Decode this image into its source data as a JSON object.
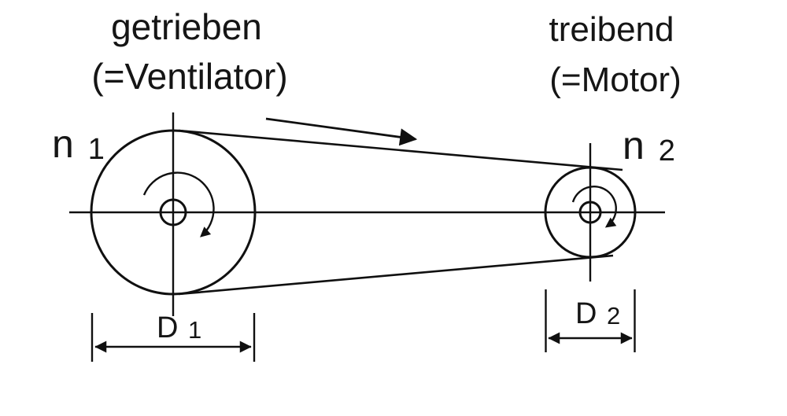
{
  "diagram": {
    "left_pulley": {
      "role": "getrieben",
      "role_paren": "(=Ventilator)",
      "speed_symbol": "n",
      "speed_index": "1",
      "diameter_symbol": "D",
      "diameter_index": "1"
    },
    "right_pulley": {
      "role": "treibend",
      "role_paren": "(=Motor)",
      "speed_symbol": "n",
      "speed_index": "2",
      "diameter_symbol": "D",
      "diameter_index": "2"
    },
    "colors": {
      "line": "#101010",
      "text": "#151515",
      "background": "#ffffff"
    }
  }
}
